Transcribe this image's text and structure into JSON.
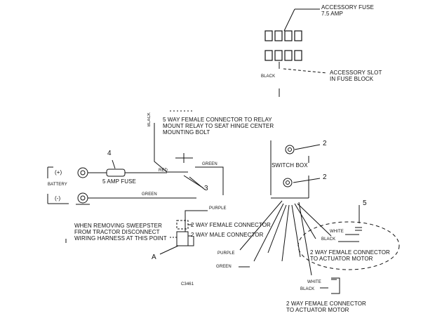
{
  "labels": {
    "accessory_fuse_line1": "ACCESSORY FUSE",
    "accessory_fuse_line2": "7.5 AMP",
    "accessory_slot_line1": "ACCESSORY SLOT",
    "accessory_slot_line2": "IN FUSE BLOCK",
    "black_fuse": "BLACK",
    "black_vertical": "BLACK",
    "relay_line1": "5 WAY FEMALE CONNECTOR TO RELAY",
    "relay_line2": "MOUNT RELAY TO SEAT HINGE CENTER",
    "relay_line3": "MOUNTING BOLT",
    "switch_box": "SWITCH BOX",
    "num_2a": "2",
    "num_2b": "2",
    "num_3": "3",
    "num_4": "4",
    "num_5": "5",
    "letter_a": "A",
    "plus": "(+)",
    "minus": "(-)",
    "battery": "BATTERY",
    "red": "RED",
    "green_top": "GREEN",
    "green_mid": "GREEN",
    "fuse_5amp": "5 AMP FUSE",
    "purple_top": "PURPLE",
    "purple_bottom": "PURPLE",
    "green_bottom": "GREEN",
    "removing_line1": "WHEN REMOVING SWEEPSTER",
    "removing_line2": "FROM TRACTOR DISCONNECT",
    "removing_line3": "WIRING HARNESS AT THIS POINT",
    "female_2way": "2 WAY FEMALE CONNECTOR",
    "male_2way": "2 WAY MALE CONNECTOR",
    "white_a": "WHITE",
    "black_a": "BLACK",
    "actuator_a_line1": "2 WAY FEMALE CONNECTOR",
    "actuator_a_line2": "TO ACTUATOR MOTOR",
    "white_b": "WHITE",
    "black_b": "BLACK",
    "actuator_b_line1": "2 WAY FEMALE CONNECTOR",
    "actuator_b_line2": "TO ACTUATOR MOTOR",
    "code": "C3461"
  }
}
